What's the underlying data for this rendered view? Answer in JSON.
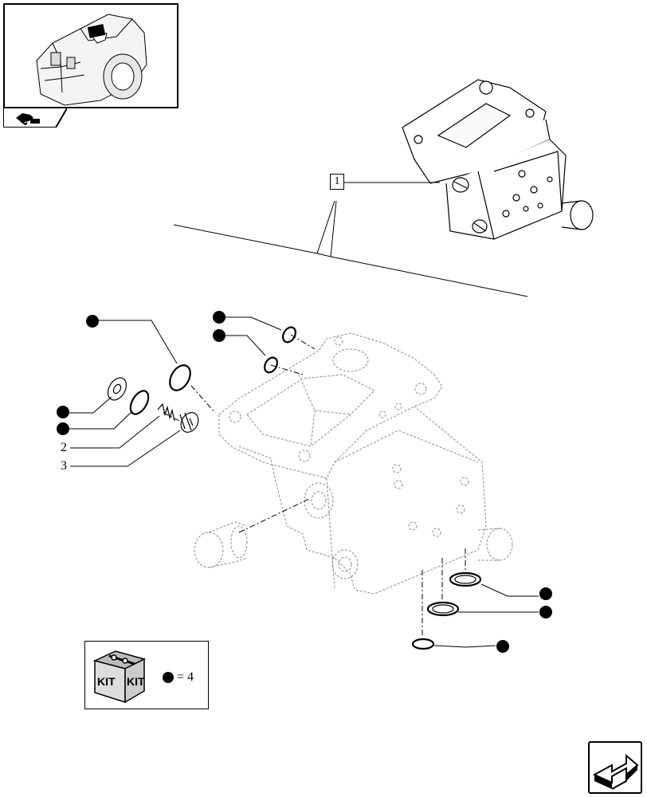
{
  "reference_item": {
    "label": "1"
  },
  "callouts": [
    {
      "key": "spring",
      "label": "2"
    },
    {
      "key": "plug",
      "label": "3"
    }
  ],
  "legend": {
    "equals_text": "= 4",
    "kit_word": "KIT"
  },
  "colors": {
    "line": "#000000",
    "dashed": "#7a7a7a",
    "bullet": "#000000"
  },
  "icons": {
    "navigation": "arrow-right-icon",
    "thumbnail_tab": "hand-pointer-icon"
  }
}
